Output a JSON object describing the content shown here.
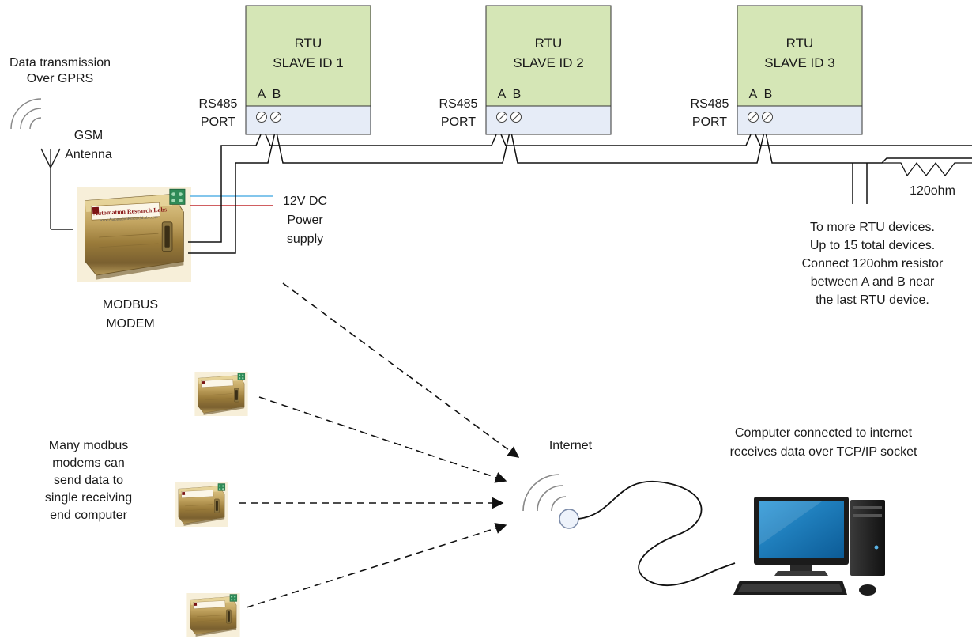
{
  "antenna": {
    "caption_lines": [
      "Data transmission",
      "Over GPRS"
    ],
    "label_lines": [
      "GSM",
      "Antenna"
    ]
  },
  "modem": {
    "brand": "Automation Research Labs",
    "url": "www.AutomationResearchLabs.com",
    "label_lines": [
      "MODBUS",
      "MODEM"
    ]
  },
  "power": {
    "label_lines": [
      "12V DC",
      "Power",
      "supply"
    ],
    "wire_colors": [
      "#5ab4e6",
      "#c0282d"
    ]
  },
  "rtus": [
    {
      "line1": "RTU",
      "line2": "SLAVE ID 1",
      "pin_a": "A",
      "pin_b": "B",
      "port_lines": [
        "RS485",
        "PORT"
      ]
    },
    {
      "line1": "RTU",
      "line2": "SLAVE ID 2",
      "pin_a": "A",
      "pin_b": "B",
      "port_lines": [
        "RS485",
        "PORT"
      ]
    },
    {
      "line1": "RTU",
      "line2": "SLAVE ID 3",
      "pin_a": "A",
      "pin_b": "B",
      "port_lines": [
        "RS485",
        "PORT"
      ]
    }
  ],
  "resistor": {
    "label": "120ohm"
  },
  "bus_note_lines": [
    "To more RTU devices.",
    "Up to 15 total devices.",
    "Connect 120ohm resistor",
    "between A and B near",
    "the last RTU device."
  ],
  "many_modems_note_lines": [
    "Many modbus",
    "modems can",
    "send data to",
    "single receiving",
    "end computer"
  ],
  "internet": {
    "label": "Internet"
  },
  "computer_caption_lines": [
    "Computer connected to internet",
    "receives data over TCP/IP socket"
  ],
  "colors": {
    "rtu_top": "#d5e6b6",
    "rtu_bottom": "#e6ecf7",
    "screen": "#1d7fc0",
    "modem_body": "#c8ad6c",
    "terminal_green": "#2e8b57"
  }
}
